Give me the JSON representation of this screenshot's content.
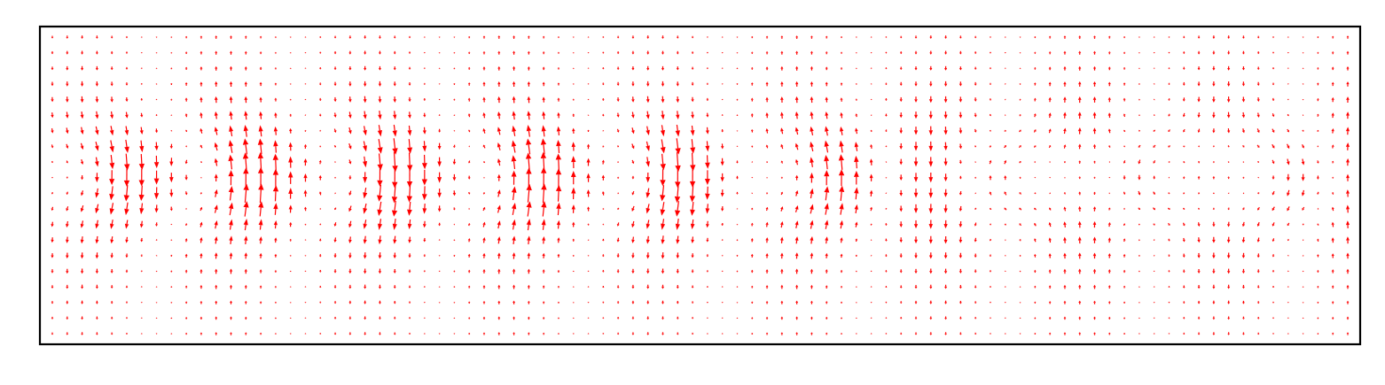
{
  "chart_data": {
    "type": "quiver",
    "title": "",
    "xlabel": "",
    "ylabel": "",
    "ticks": "none",
    "grid": false,
    "legend": "none",
    "arrow_color": "#ff0000",
    "frame_color": "#000000",
    "background": "#ffffff",
    "grid_size": {
      "nx": 88,
      "ny": 20
    },
    "field": {
      "description_type": "cellular vortex flow",
      "vortex_centers_x": [
        0.04,
        0.135,
        0.245,
        0.355,
        0.465,
        0.59,
        0.745,
        0.855,
        0.945
      ],
      "vortex_center_y": 0.47,
      "vortex_sigma_x": 0.03,
      "vortex_sigma_y": 0.11,
      "vertical_jet_amplitude": 1.0,
      "vertical_jet_wavelength": 0.22
    }
  }
}
